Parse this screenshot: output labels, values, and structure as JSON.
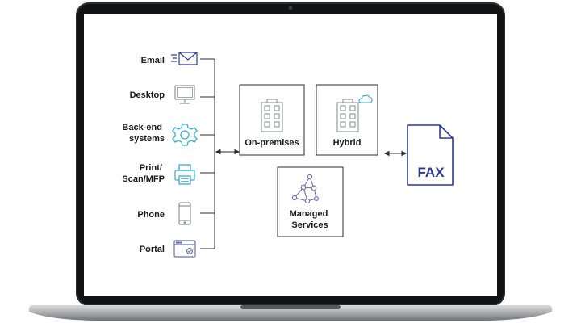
{
  "diagram": {
    "sources": [
      {
        "lines": [
          "Email"
        ],
        "icon": "envelope-icon",
        "color": "#2b3a8c"
      },
      {
        "lines": [
          "Desktop"
        ],
        "icon": "monitor-icon",
        "color": "#8e949c"
      },
      {
        "lines": [
          "Back-end",
          "systems"
        ],
        "icon": "gear-icon",
        "color": "#3aaecc"
      },
      {
        "lines": [
          "Print/",
          "Scan/MFP"
        ],
        "icon": "printer-icon",
        "color": "#3aaecc"
      },
      {
        "lines": [
          "Phone"
        ],
        "icon": "phone-icon",
        "color": "#8e949c"
      },
      {
        "lines": [
          "Portal"
        ],
        "icon": "browser-window-icon",
        "color": "#6b6faa"
      }
    ],
    "deployments": {
      "on_premises": {
        "label": "On-premises",
        "icon": "building-icon"
      },
      "hybrid": {
        "label": "Hybrid",
        "icon": "building-cloud-icon"
      },
      "managed": {
        "lines": [
          "Managed",
          "Services"
        ],
        "icon": "network-people-icon"
      }
    },
    "destination": {
      "label": "FAX",
      "icon": "document-icon",
      "color": "#2b3a8c"
    }
  }
}
